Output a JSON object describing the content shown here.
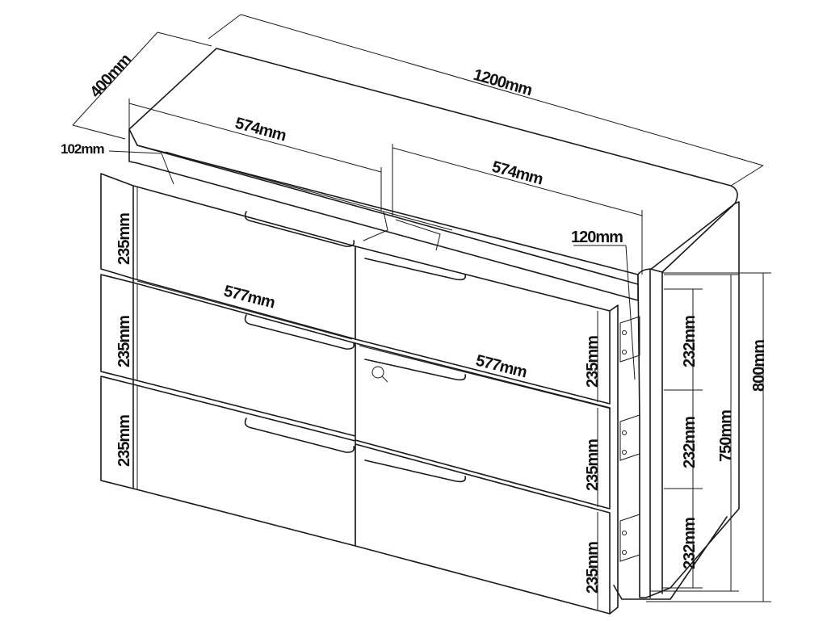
{
  "dimensions": {
    "depth": "400mm",
    "width": "1200mm",
    "top_inner_left": "574mm",
    "top_inner_right": "574mm",
    "side_offset": "102mm",
    "back_offset": "120mm",
    "drawer_width_left": "577mm",
    "drawer_width_right": "577mm",
    "drawer_height_left_1": "235mm",
    "drawer_height_left_2": "235mm",
    "drawer_height_left_3": "235mm",
    "drawer_height_right_1": "235mm",
    "drawer_height_right_2": "235mm",
    "drawer_height_right_3": "235mm",
    "side_drawer_1": "232mm",
    "side_drawer_2": "232mm",
    "side_drawer_3": "232mm",
    "inner_height": "750mm",
    "total_height": "800mm"
  },
  "icons": {
    "magnifier": "magnifier-icon"
  }
}
